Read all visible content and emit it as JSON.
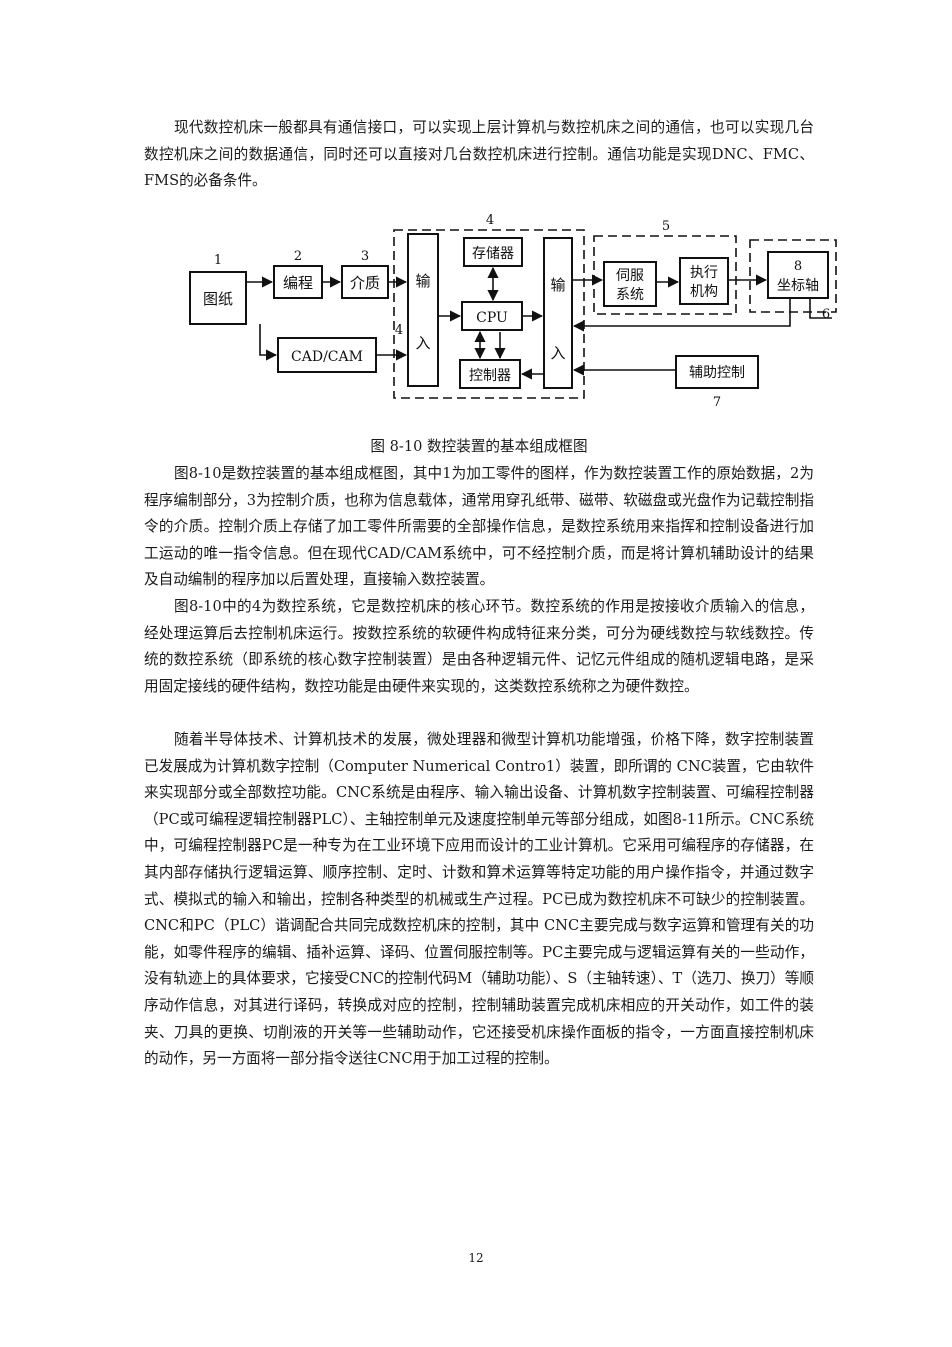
{
  "paragraphs": {
    "p1": "现代数控机床一般都具有通信接口，可以实现上层计算机与数控机床之间的通信，也可以实现几台数控机床之间的数据通信，同时还可以直接对几台数控机床进行控制。通信功能是实现DNC、FMC、FMS的必备条件。",
    "p2": "图8-10是数控装置的基本组成框图，其中1为加工零件的图样，作为数控装置工作的原始数据，2为程序编制部分，3为控制介质，也称为信息载体，通常用穿孔纸带、磁带、软磁盘或光盘作为记载控制指令的介质。控制介质上存储了加工零件所需要的全部操作信息，是数控系统用来指挥和控制设备进行加工运动的唯一指令信息。但在现代CAD/CAM系统中，可不经控制介质，而是将计算机辅助设计的结果及自动编制的程序加以后置处理，直接输入数控装置。",
    "p3": "图8-10中的4为数控系统，它是数控机床的核心环节。数控系统的作用是按接收介质输入的信息，经处理运算后去控制机床运行。按数控系统的软硬件构成特征来分类，可分为硬线数控与软线数控。传统的数控系统（即系统的核心数字控制装置）是由各种逻辑元件、记忆元件组成的随机逻辑电路，是采用固定接线的硬件结构，数控功能是由硬件来实现的，这类数控系统称之为硬件数控。",
    "p4": "随着半导体技术、计算机技术的发展，微处理器和微型计算机功能增强，价格下降，数字控制装置已发展成为计算机数字控制（Computer Numerical Contro1）装置，即所谓的 CNC装置，它由软件来实现部分或全部数控功能。CNC系统是由程序、输入输出设备、计算机数字控制装置、可编程控制器（PC或可编程逻辑控制器PLC）、主轴控制单元及速度控制单元等部分组成，如图8-11所示。CNC系统中，可编程控制器PC是一种专为在工业环境下应用而设计的工业计算机。它采用可编程序的存储器，在其内部存储执行逻辑运算、顺序控制、定时、计数和算术运算等特定功能的用户操作指令，并通过数字式、模拟式的输入和输出，控制各种类型的机械或生产过程。PC已成为数控机床不可缺少的控制装置。CNC和PC（PLC）谐调配合共同完成数控机床的控制，其中 CNC主要完成与数字运算和管理有关的功能，如零件程序的编辑、插补运算、译码、位置伺服控制等。PC主要完成与逻辑运算有关的一些动作，没有轨迹上的具体要求，它接受CNC的控制代码M（辅助功能）、S（主轴转速）、T（选刀、换刀）等顺序动作信息，对其进行译码，转换成对应的控制，控制辅助装置完成机床相应的开关动作，如工件的装夹、刀具的更换、切削液的开关等一些辅助动作，它还接受机床操作面板的指令，一方面直接控制机床的动作，另一方面将一部分指令送往CNC用于加工过程的控制。"
  },
  "figure": {
    "caption": "图 8-10 数控装置的基本组成框图",
    "blocks": {
      "drawing": "图纸",
      "programming": "编程",
      "medium": "介质",
      "cadcam": "CAD/CAM",
      "input_top": "输",
      "input_bottom": "入",
      "memory": "存储器",
      "cpu": "CPU",
      "controller": "控制器",
      "output_top": "输",
      "output_bottom": "入",
      "servo_1": "伺服",
      "servo_2": "系统",
      "actuator_1": "执行",
      "actuator_2": "机构",
      "axis": "坐标轴",
      "aux": "辅助控制"
    },
    "numbers": {
      "n1": "1",
      "n2": "2",
      "n3": "3",
      "n4": "4",
      "n4b": "4",
      "n5": "5",
      "n6": "6",
      "n7": "7",
      "n8": "8"
    }
  },
  "page_number": "12"
}
